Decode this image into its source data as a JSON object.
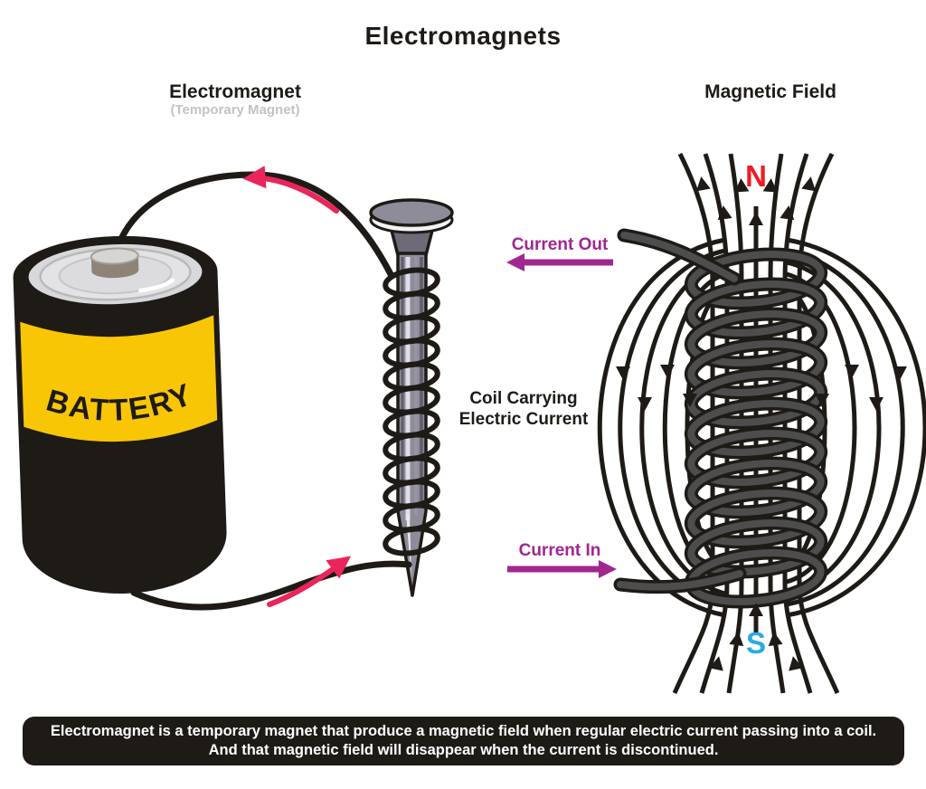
{
  "title": "Electromagnets",
  "left_panel": {
    "heading": "Electromagnet",
    "subheading": "(Temporary Magnet)",
    "battery_label": "BATTERY",
    "coil_label_line1": "Coil Carrying",
    "coil_label_line2": "Electric Current"
  },
  "right_panel": {
    "heading": "Magnetic Field",
    "current_out_label": "Current Out",
    "current_in_label": "Current In",
    "north_pole": "N",
    "south_pole": "S"
  },
  "caption": {
    "line1": "Electromagnet is a temporary magnet that produce a magnetic field when regular electric current passing into a coil.",
    "line2": "And that magnetic field will disappear when the current is discontinued."
  },
  "colors": {
    "battery_yellow": "#F9C606",
    "ink_black": "#1E1B17",
    "current_arrow_red": "#E9255C",
    "current_label_purple": "#A02790",
    "north_red": "#ED1C24",
    "south_blue": "#29ABE2",
    "coil_gray": "#4D4D4D",
    "subheading_gray": "#C3C3C3"
  }
}
